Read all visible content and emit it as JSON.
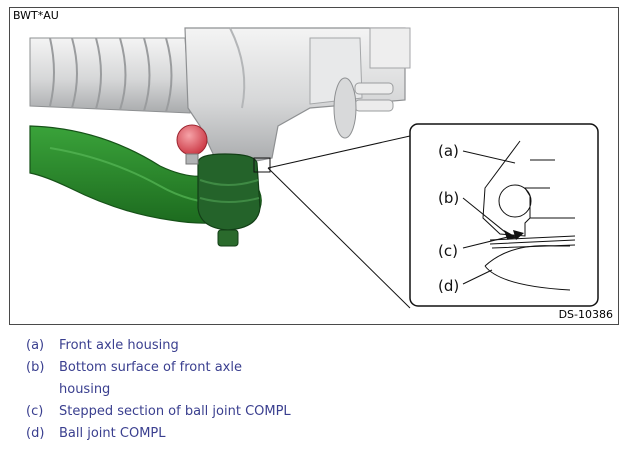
{
  "figure": {
    "code_top_left": "BWT*AU",
    "code_bottom_right": "DS-10386",
    "detail_labels": [
      "(a)",
      "(b)",
      "(c)",
      "(d)"
    ]
  },
  "legend": [
    {
      "key": "(a)",
      "text": "Front axle housing"
    },
    {
      "key": "(b)",
      "text": "Bottom surface of front axle housing"
    },
    {
      "key": "(c)",
      "text": "Stepped section of ball joint COMPL"
    },
    {
      "key": "(d)",
      "text": "Ball joint COMPL"
    }
  ],
  "colors": {
    "housing": "#d9dadb",
    "arm": "#2f8a2f",
    "boot": "#1f5a22",
    "bolt": "#e0535d",
    "border": "#4a4a4a",
    "legend_text": "#3a3f8f"
  }
}
